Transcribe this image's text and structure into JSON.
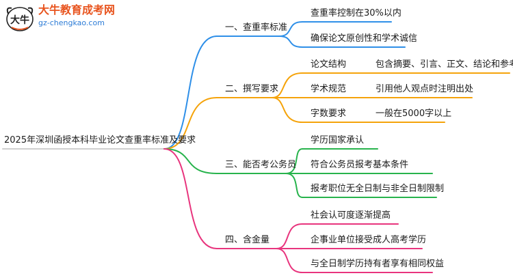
{
  "logo": {
    "title": "大牛教育成考网",
    "url": "gz-chengkao.com",
    "mark_text": "大牛"
  },
  "colors": {
    "blue": "#2e8fe8",
    "orange": "#f5a30a",
    "green": "#27b34c",
    "pink": "#e8347d"
  },
  "mindmap": {
    "root": "2025年深圳函授本科毕业论文查重率标准及要求",
    "branches": [
      {
        "label": "一、查重率标准",
        "children": [
          {
            "label": "查重率控制在30%以内"
          },
          {
            "label": "确保论文原创性和学术诚信"
          }
        ]
      },
      {
        "label": "二、撰写要求",
        "children": [
          {
            "label": "论文结构",
            "child": "包含摘要、引言、正文、结论和参考文献"
          },
          {
            "label": "学术规范",
            "child": "引用他人观点时注明出处"
          },
          {
            "label": "字数要求",
            "child": "一般在5000字以上"
          }
        ]
      },
      {
        "label": "三、能否考公务员",
        "children": [
          {
            "label": "学历国家承认"
          },
          {
            "label": "符合公务员报考基本条件"
          },
          {
            "label": "报考职位无全日制与非全日制限制"
          }
        ]
      },
      {
        "label": "四、含金量",
        "children": [
          {
            "label": "社会认可度逐渐提高"
          },
          {
            "label": "企事业单位接受成人高考学历"
          },
          {
            "label": "与全日制学历持有者享有相同权益"
          }
        ]
      }
    ]
  }
}
